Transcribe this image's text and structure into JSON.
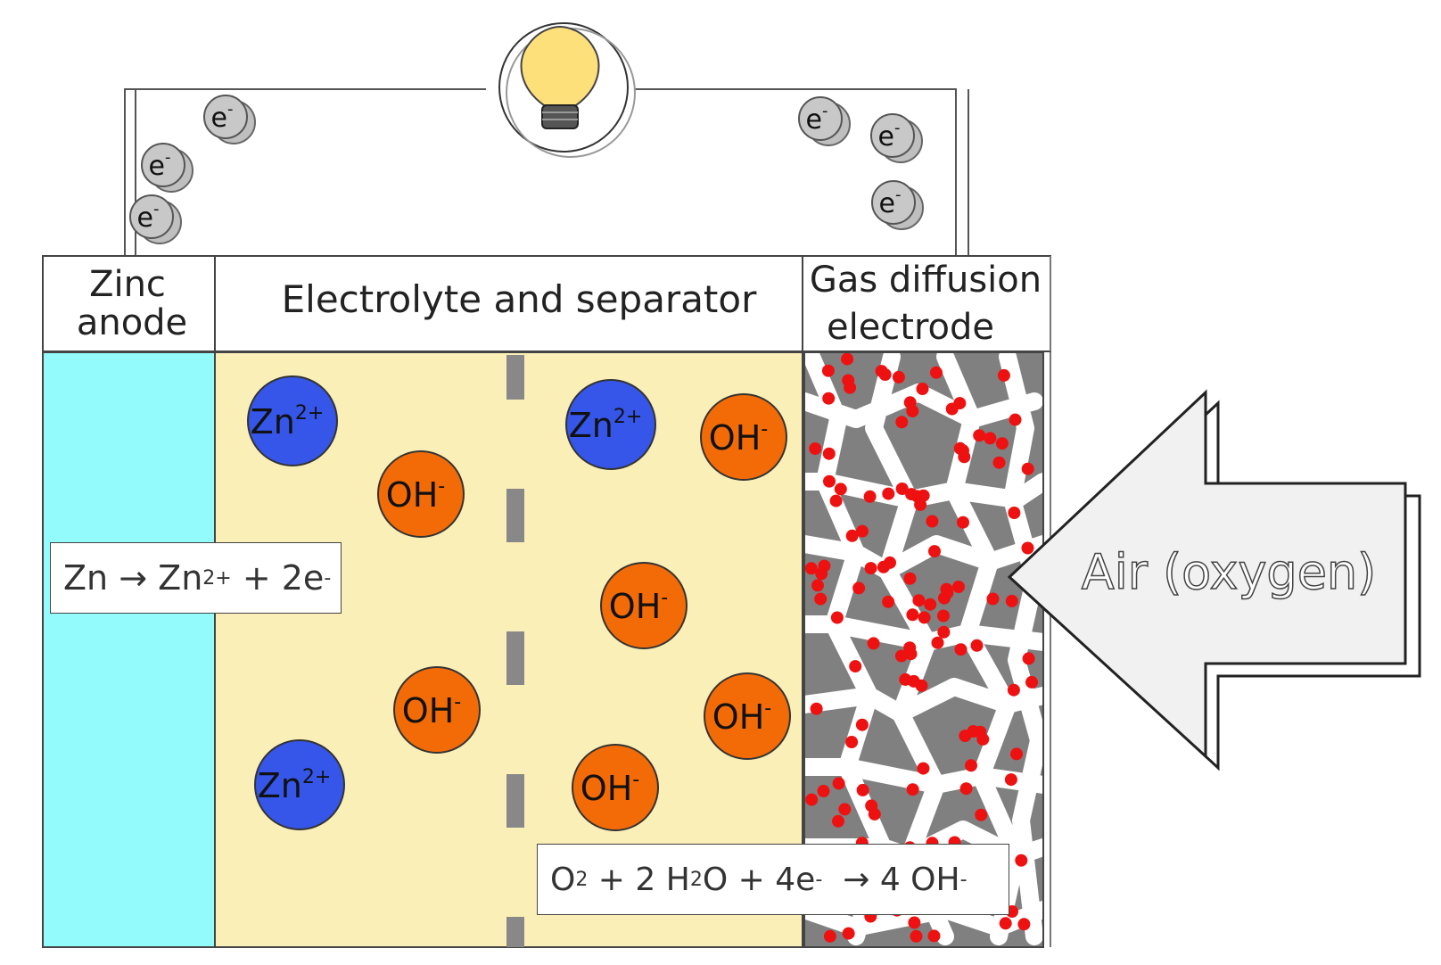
{
  "headers": {
    "anode": [
      "Zinc",
      "anode"
    ],
    "electrolyte": "Electrolyte and separator",
    "gde": [
      "Gas diffusion",
      "electrode"
    ]
  },
  "electron": {
    "symbol": "e",
    "charge": "-"
  },
  "ions": {
    "zinc": {
      "symbol": "Zn",
      "charge": "2+"
    },
    "hydroxide": {
      "symbol": "OH",
      "charge": "-"
    }
  },
  "arrow_label": "Air (oxygen)",
  "anode_equation": {
    "left": "Zn",
    "arrow": "→",
    "product": "Zn",
    "product_charge": "2+",
    "plus": "+",
    "electrons": "2e",
    "electron_charge": "-"
  },
  "cathode_equation": {
    "reactant1": "O",
    "reactant1_sub": "2",
    "plus1": "+",
    "reactant2_coef": "2",
    "reactant2_a": "H",
    "reactant2_sub": "2",
    "reactant2_b": "O",
    "plus2": "+",
    "electrons": "4e",
    "electron_charge": "-",
    "arrow": "→",
    "product": "4 OH",
    "product_charge": "-"
  },
  "colors": {
    "anode": "#93fbfb",
    "electrolyte": "#fbefb8",
    "zinc_ion": "#3556e8",
    "hydroxide_ion": "#f36b07",
    "gde_matrix": "#808080",
    "gde_pore": "#ffffff",
    "oxygen_dot": "#ee1111",
    "bulb": "#fde07a",
    "electron": "#c8c8c8",
    "separator": "#888888"
  }
}
